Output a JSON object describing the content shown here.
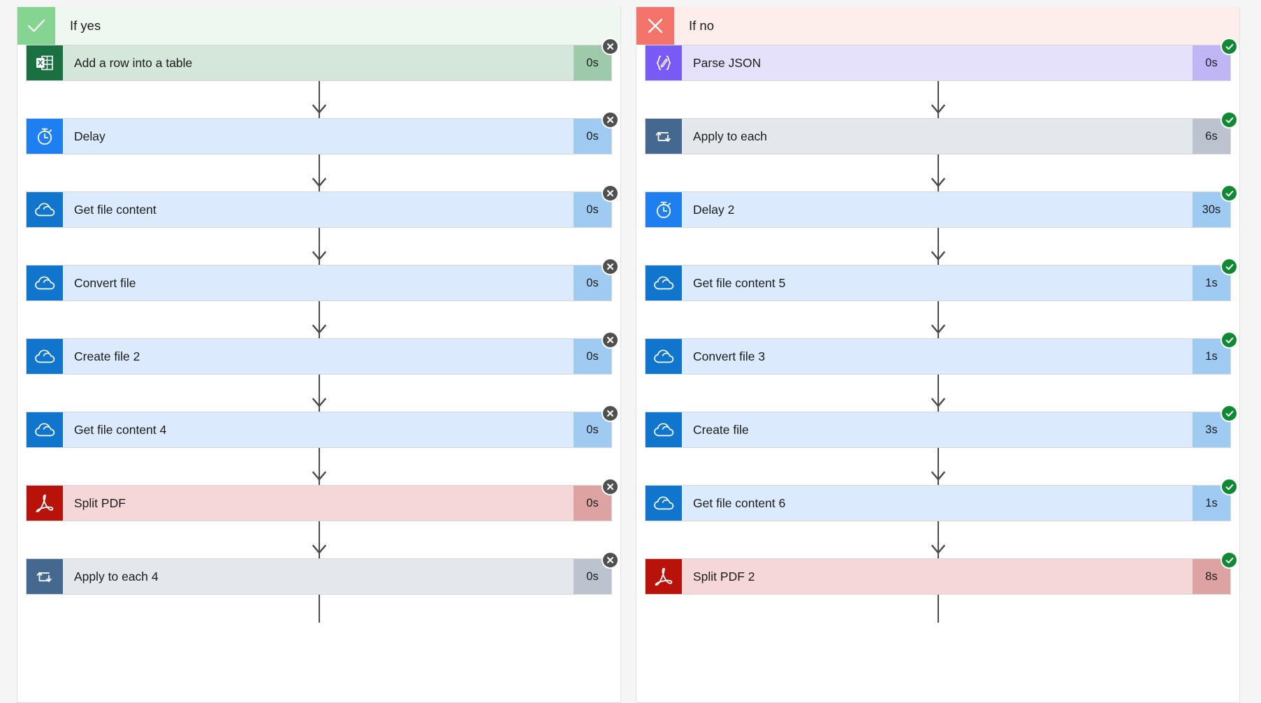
{
  "branches": [
    {
      "id": "if-yes",
      "label": "If yes",
      "header_icon": "check-icon",
      "variant": "yes",
      "steps": [
        {
          "title": "Add a row into a table",
          "duration": "0s",
          "icon": "excel-icon",
          "style": "c-excel",
          "status": "cancel"
        },
        {
          "title": "Delay",
          "duration": "0s",
          "icon": "stopwatch-icon",
          "style": "c-delay",
          "status": "cancel"
        },
        {
          "title": "Get file content",
          "duration": "0s",
          "icon": "onedrive-icon",
          "style": "c-blue",
          "status": "cancel"
        },
        {
          "title": "Convert file",
          "duration": "0s",
          "icon": "onedrive-icon",
          "style": "c-blue",
          "status": "cancel"
        },
        {
          "title": "Create file 2",
          "duration": "0s",
          "icon": "onedrive-icon",
          "style": "c-blue",
          "status": "cancel"
        },
        {
          "title": "Get file content 4",
          "duration": "0s",
          "icon": "onedrive-icon",
          "style": "c-blue",
          "status": "cancel"
        },
        {
          "title": "Split PDF",
          "duration": "0s",
          "icon": "pdf-icon",
          "style": "c-pdf",
          "status": "cancel"
        },
        {
          "title": "Apply to each 4",
          "duration": "0s",
          "icon": "loop-icon",
          "style": "c-loop",
          "status": "cancel"
        }
      ]
    },
    {
      "id": "if-no",
      "label": "If no",
      "header_icon": "close-icon",
      "variant": "no",
      "steps": [
        {
          "title": "Parse JSON",
          "duration": "0s",
          "icon": "json-icon",
          "style": "c-json",
          "status": "ok"
        },
        {
          "title": "Apply to each",
          "duration": "6s",
          "icon": "loop-icon",
          "style": "c-loop",
          "status": "ok"
        },
        {
          "title": "Delay 2",
          "duration": "30s",
          "icon": "stopwatch-icon",
          "style": "c-delay",
          "status": "ok"
        },
        {
          "title": "Get file content 5",
          "duration": "1s",
          "icon": "onedrive-icon",
          "style": "c-blue",
          "status": "ok"
        },
        {
          "title": "Convert file 3",
          "duration": "1s",
          "icon": "onedrive-icon",
          "style": "c-blue",
          "status": "ok"
        },
        {
          "title": "Create file",
          "duration": "3s",
          "icon": "onedrive-icon",
          "style": "c-blue",
          "status": "ok"
        },
        {
          "title": "Get file content 6",
          "duration": "1s",
          "icon": "onedrive-icon",
          "style": "c-blue",
          "status": "ok"
        },
        {
          "title": "Split PDF 2",
          "duration": "8s",
          "icon": "pdf-icon",
          "style": "c-pdf",
          "status": "ok"
        }
      ]
    }
  ],
  "colors": {
    "yes_header_icon": "#86d492",
    "yes_header_bg": "#eef8f0",
    "no_header_icon": "#f4746b",
    "no_header_bg": "#fdeeec",
    "badge_cancel": "#505050",
    "badge_ok": "#0f8a32",
    "connector": "#4a4a4a",
    "canvas_bg": "#f5f5f5"
  }
}
